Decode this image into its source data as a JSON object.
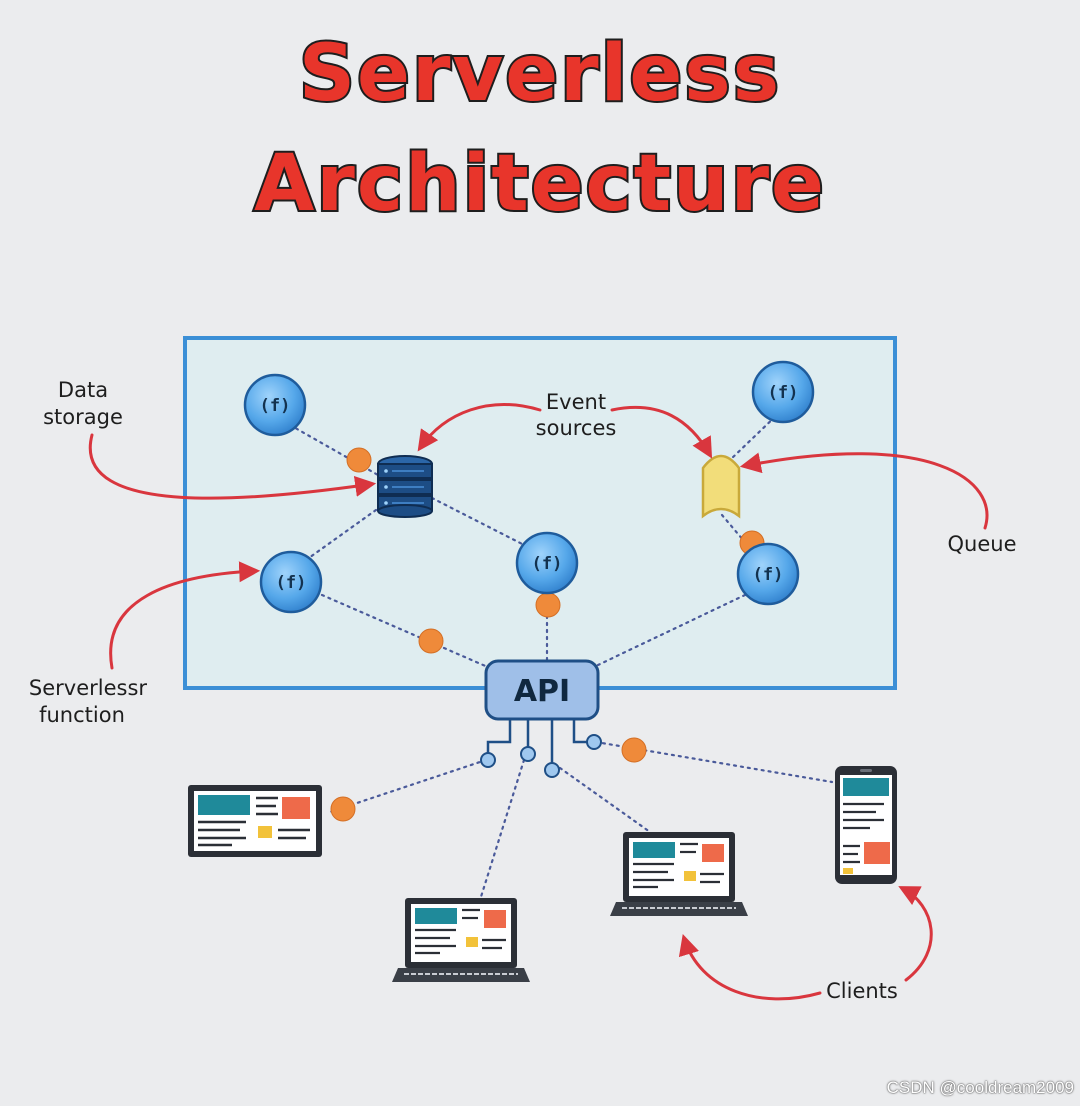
{
  "title": {
    "line1": "Serverless",
    "line2": "Architecture"
  },
  "labels": {
    "data_storage_line1": "Data",
    "data_storage_line2": "storage",
    "event_sources_line1": "Event",
    "event_sources_line2": "sources",
    "queue": "Queue",
    "serverless_function_line1": "Serverlessr",
    "serverless_function_line2": "function",
    "clients": "Clients"
  },
  "nodes": {
    "function_symbol": "(f)",
    "api": "API"
  },
  "watermark": "CSDN @cooldream2009",
  "colors": {
    "title_red": "#e8352b",
    "arrow_red": "#d9363e",
    "function_blue": "#4fa3e6",
    "database_navy": "#1d4d85",
    "queue_yellow": "#f2dd7a",
    "connector_orange": "#ef8a3a",
    "cloud_panel": "#dfedf0",
    "cloud_border": "#3b8fd6"
  }
}
